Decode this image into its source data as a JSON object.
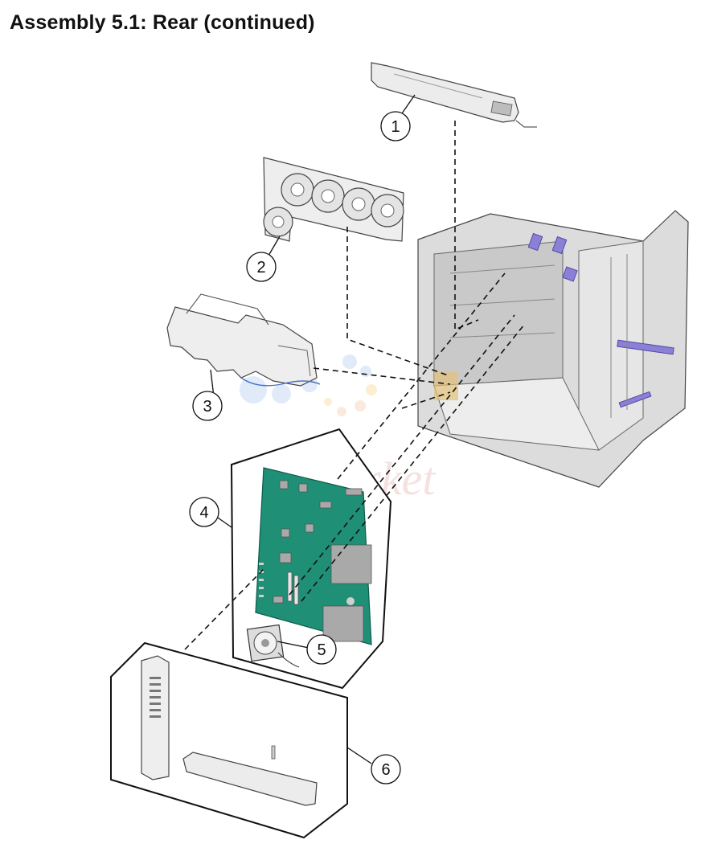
{
  "page": {
    "title": "Assembly 5.1:  Rear (continued)"
  },
  "callouts": [
    {
      "id": "1",
      "label": "1"
    },
    {
      "id": "2",
      "label": "2"
    },
    {
      "id": "3",
      "label": "3"
    },
    {
      "id": "4",
      "label": "4"
    },
    {
      "id": "5",
      "label": "5"
    },
    {
      "id": "6",
      "label": "6"
    }
  ],
  "watermark": {
    "text": "InkMarket"
  },
  "colors": {
    "board": "#1f8f76",
    "frame": "#d6d6d6",
    "outline": "#222222",
    "accent": "#7b6fc4"
  }
}
